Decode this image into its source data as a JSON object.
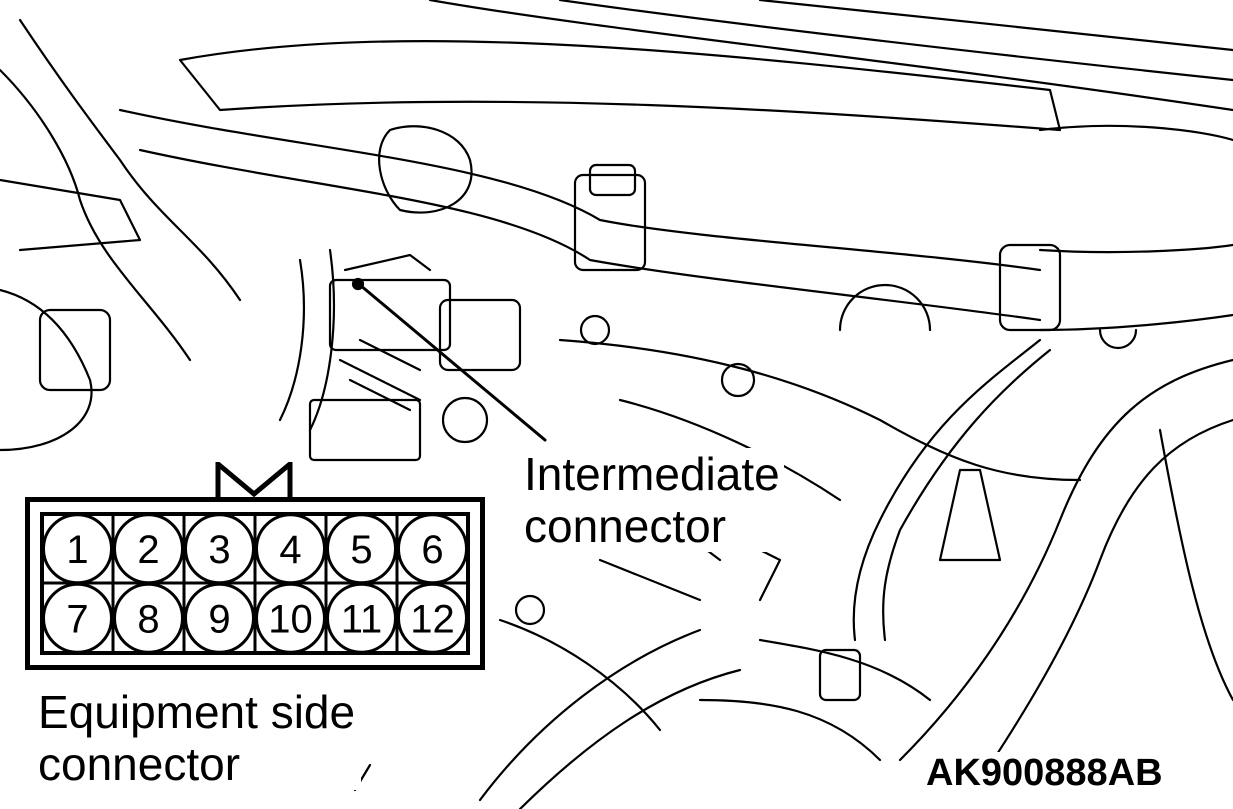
{
  "labels": {
    "intermediate_line1": "Intermediate",
    "intermediate_line2": "connector",
    "equipment_line1": "Equipment side",
    "equipment_line2": "connector",
    "figure_code": "AK900888AB"
  },
  "connector": {
    "pins_row1": [
      "1",
      "2",
      "3",
      "4",
      "5",
      "6"
    ],
    "pins_row2": [
      "7",
      "8",
      "9",
      "10",
      "11",
      "12"
    ]
  }
}
